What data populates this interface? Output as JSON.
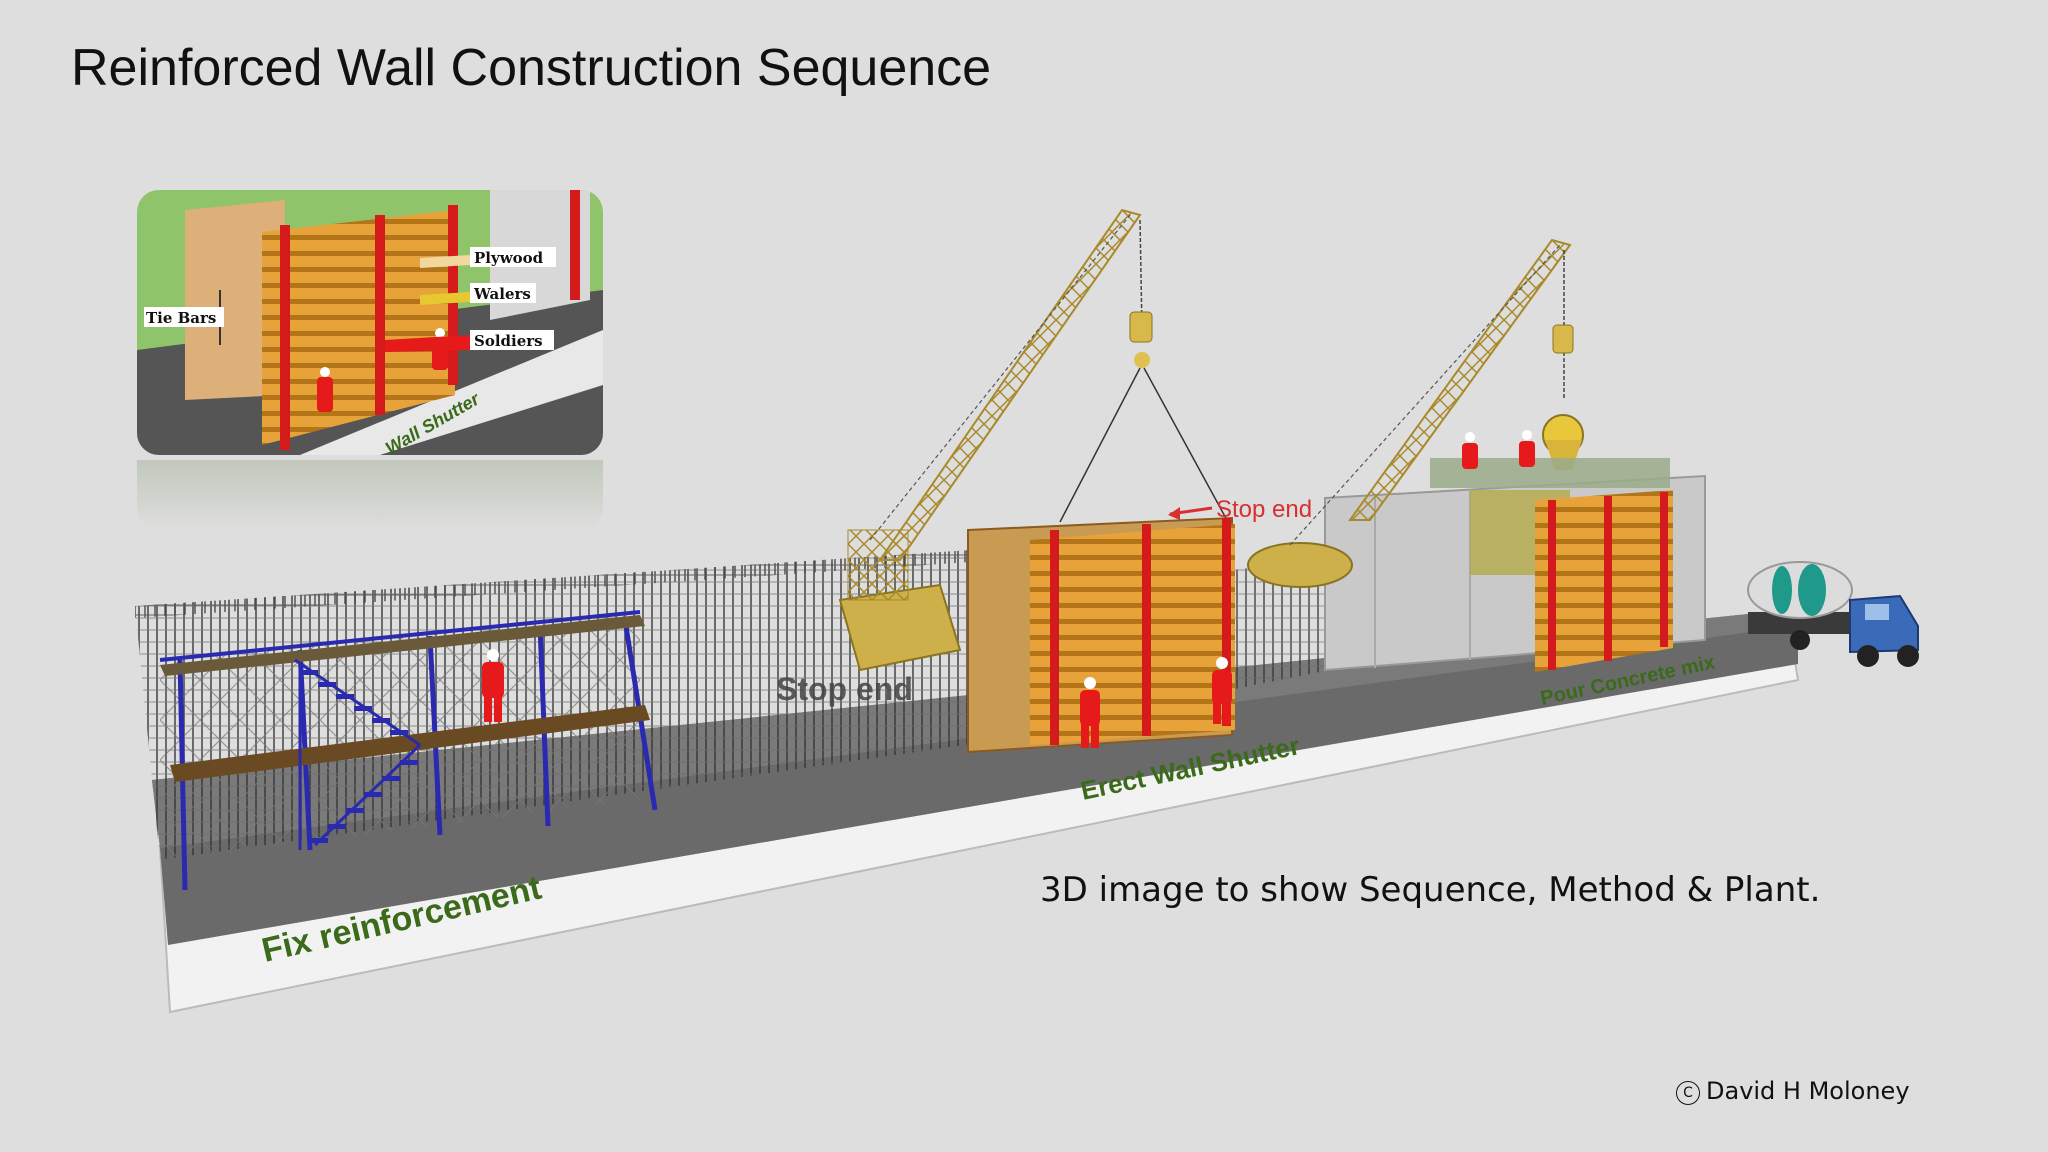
{
  "title": "Reinforced Wall Construction Sequence",
  "inset_labels": {
    "plywood": "Plywood",
    "walers": "Walers",
    "soldiers": "Soldiers",
    "tie_bars": "Tie Bars",
    "wall_shutter": "Wall Shutter"
  },
  "stage_labels": {
    "fix_reinforcement": "Fix reinforcement",
    "erect_wall_shutter": "Erect Wall Shutter",
    "pour_concrete": "Pour Concrete mix",
    "stop_end_wall": "Stop end",
    "stop_end_red": "Stop end"
  },
  "caption": "3D image to show Sequence, Method & Plant.",
  "copyright": "David H Moloney",
  "copyright_symbol": "C",
  "colors": {
    "background": "#dedede",
    "label_green": "#3a6a1a",
    "shutter_wood": "#e0a23c",
    "soldier_red": "#d41a1a",
    "crane_yellow": "#d8b84a",
    "scaffold_blue": "#2a2ab0",
    "stop_end_red": "#d83030"
  }
}
